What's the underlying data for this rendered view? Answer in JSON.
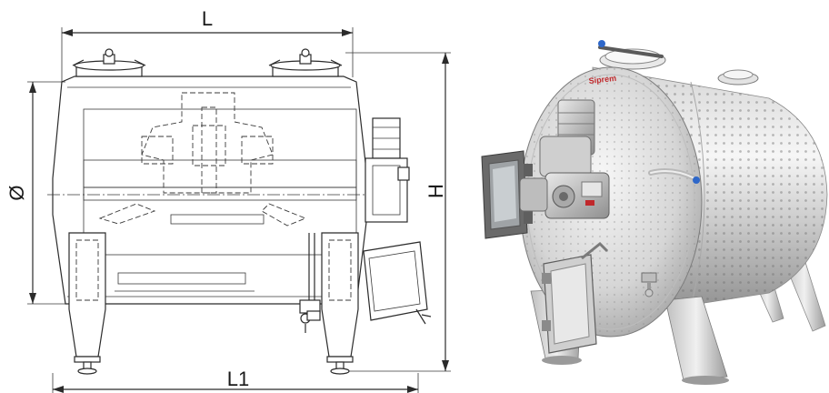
{
  "drawing": {
    "dimensions": {
      "length": "L",
      "overall_length": "L1",
      "diameter": "Ø",
      "height": "H"
    }
  },
  "photo": {
    "brand_text": "Siprem"
  },
  "colors": {
    "line": "#2b2b2b",
    "steel_light": "#f2f2f2",
    "steel_dark": "#7c7c7c",
    "brand_red": "#c0282b",
    "accent_blue": "#2e67c9"
  }
}
